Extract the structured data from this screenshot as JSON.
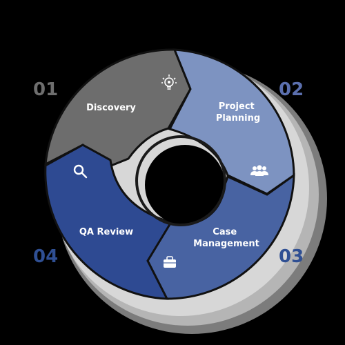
{
  "diagram": {
    "segments": [
      {
        "number": "01",
        "label_lines": [
          "Discovery"
        ],
        "icon": "lightbulb-gear-icon",
        "fill": "#6d6d6d",
        "number_color": "#6e6e6e"
      },
      {
        "number": "02",
        "label_lines": [
          "Project",
          "Planning"
        ],
        "icon": "people-group-icon",
        "fill": "#7d93c1",
        "number_color": "#5b6fae"
      },
      {
        "number": "03",
        "label_lines": [
          "Case",
          "Management"
        ],
        "icon": "briefcase-icon",
        "fill": "#4863a2",
        "number_color": "#2f4f93"
      },
      {
        "number": "04",
        "label_lines": [
          "QA Review"
        ],
        "icon": "magnifier-icon",
        "fill": "#2e4a92",
        "number_color": "#2f4f93"
      }
    ],
    "background": "#000000"
  }
}
